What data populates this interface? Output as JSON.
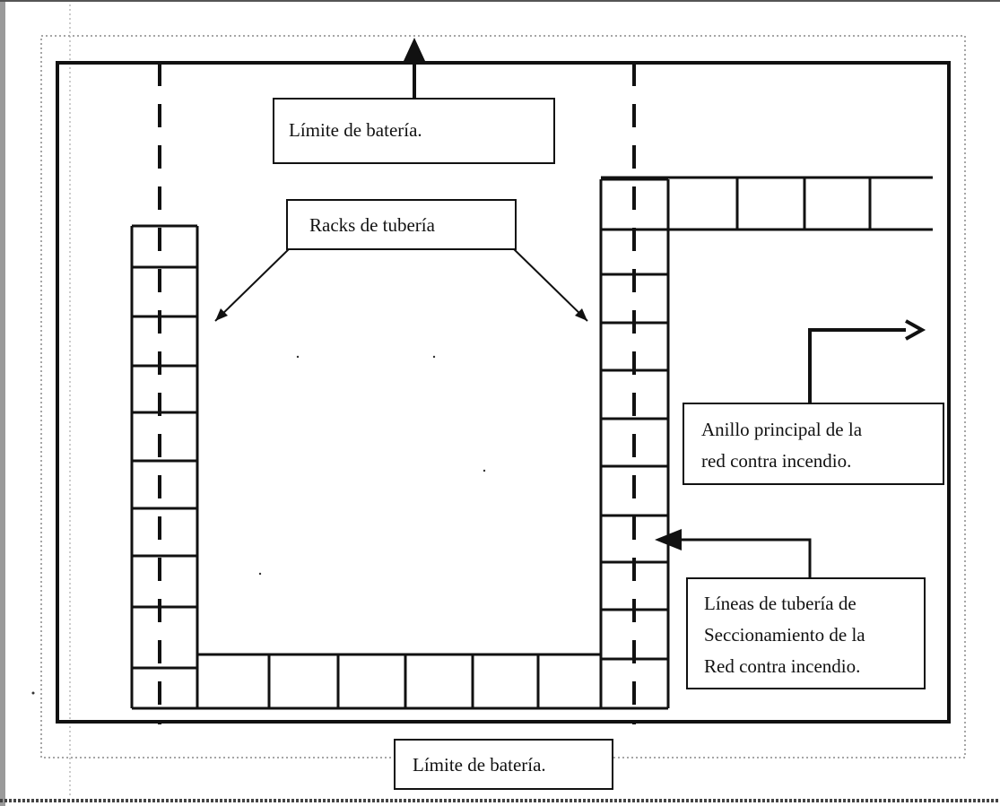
{
  "labels": {
    "limite_top": "Límite de batería.",
    "racks": "Racks de tubería",
    "anillo_line1": "Anillo principal de la",
    "anillo_line2": "red contra incendio.",
    "lineas_line1": "Líneas de tubería de",
    "lineas_line2": "Seccionamiento de la",
    "lineas_line3": "Red contra incendio.",
    "limite_bottom": "Límite de batería."
  },
  "colors": {
    "ink": "#111111",
    "dotted": "#888888",
    "background": "#ffffff"
  }
}
